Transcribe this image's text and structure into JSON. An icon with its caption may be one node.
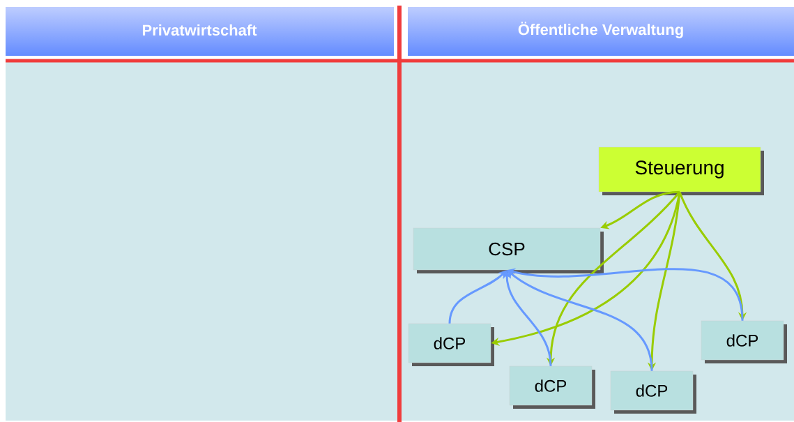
{
  "diagram": {
    "nodes": [
      {
        "text": [
          "Steuerung"
        ]
      },
      {
        "text": [
          "CSP"
        ]
      },
      {
        "text": [
          "dCP"
        ]
      },
      {
        "text": [
          "dCP"
        ]
      },
      {
        "text": [
          "dCP"
        ]
      },
      {
        "text": [
          "dCP"
        ]
      }
    ],
    "edges": [
      {
        "from": 0,
        "to": 1,
        "arrow": "to"
      },
      {
        "from": 0,
        "to": 2,
        "arrow": "to"
      },
      {
        "from": 0,
        "to": 3,
        "arrow": "to"
      },
      {
        "from": 0,
        "to": 4,
        "arrow": "to"
      },
      {
        "from": 0,
        "to": 5,
        "arrow": "to"
      },
      {
        "from": 2,
        "to": 1,
        "arrow": "to",
        "color": "#6699ff"
      },
      {
        "from": 3,
        "to": 1,
        "arrow": "to",
        "color": "#6699ff"
      },
      {
        "from": 4,
        "to": 1,
        "arrow": "to",
        "color": "#6699ff"
      },
      {
        "from": 5,
        "to": 1,
        "arrow": "to",
        "color": "#6699ff"
      }
    ],
    "labels": [
      "Privatwirtschaft",
      "Öffentliche Verwaltung"
    ]
  }
}
